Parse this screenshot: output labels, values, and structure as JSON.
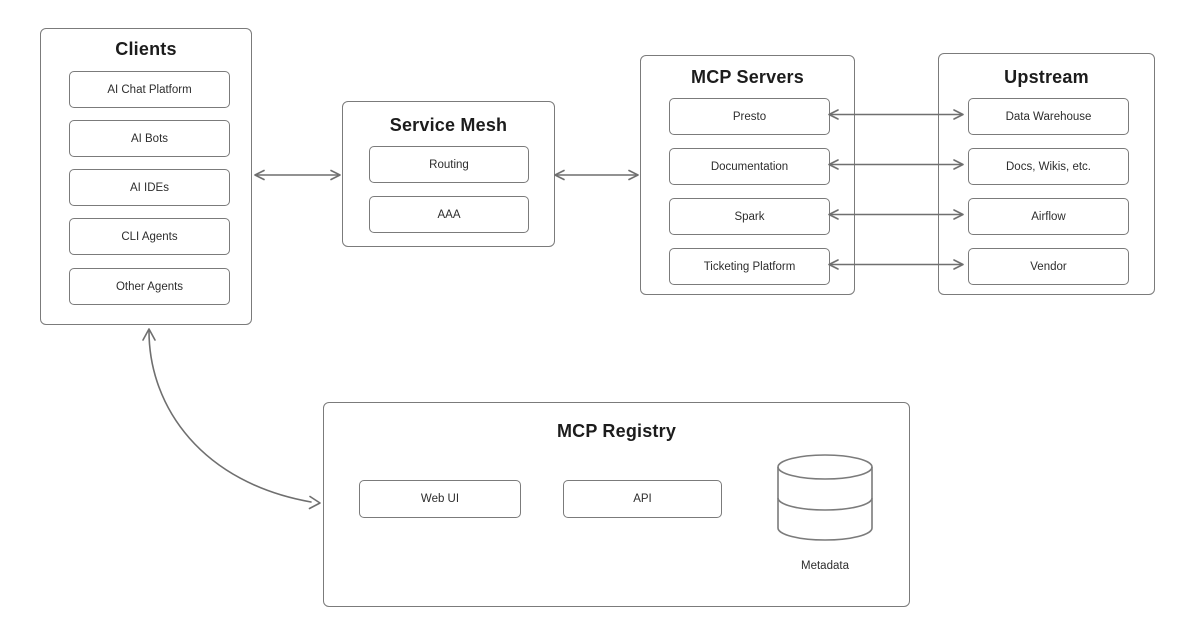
{
  "diagram": {
    "background": "#ffffff",
    "colors": {
      "box_border": "#7b7b7b",
      "arrow": "#6f6f6f",
      "title_text": "#1c1c1c",
      "label_text": "#2d2d2d"
    },
    "groups": {
      "clients": {
        "title": "Clients",
        "items": [
          "AI Chat Platform",
          "AI Bots",
          "AI IDEs",
          "CLI Agents",
          "Other Agents"
        ]
      },
      "service_mesh": {
        "title": "Service Mesh",
        "items": [
          "Routing",
          "AAA"
        ]
      },
      "mcp_servers": {
        "title": "MCP Servers",
        "items": [
          "Presto",
          "Documentation",
          "Spark",
          "Ticketing Platform"
        ]
      },
      "upstream": {
        "title": "Upstream",
        "items": [
          "Data Warehouse",
          "Docs, Wikis, etc.",
          "Airflow",
          "Vendor"
        ]
      },
      "mcp_registry": {
        "title": "MCP Registry",
        "items": [
          "Web UI",
          "API"
        ],
        "datastore_label": "Metadata"
      }
    },
    "connections": [
      {
        "from": "Clients",
        "to": "Service Mesh",
        "style": "bidirectional"
      },
      {
        "from": "Service Mesh",
        "to": "MCP Servers",
        "style": "bidirectional"
      },
      {
        "from": "Presto",
        "to": "Data Warehouse",
        "style": "bidirectional"
      },
      {
        "from": "Documentation",
        "to": "Docs, Wikis, etc.",
        "style": "bidirectional"
      },
      {
        "from": "Spark",
        "to": "Airflow",
        "style": "bidirectional"
      },
      {
        "from": "Ticketing Platform",
        "to": "Vendor",
        "style": "bidirectional"
      },
      {
        "from": "Clients",
        "to": "MCP Registry",
        "style": "bidirectional-curved"
      }
    ]
  }
}
